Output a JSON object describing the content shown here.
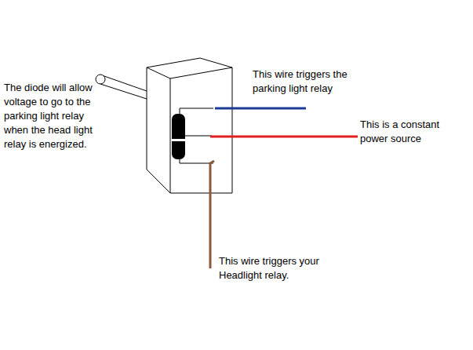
{
  "diagram": {
    "labels": [
      "The diode will allow voltage to go to the parking light relay when the head light relay is energized.",
      "This wire triggers the parking light relay",
      "This is a constant power source",
      "This wire triggers your Headlight relay."
    ]
  }
}
